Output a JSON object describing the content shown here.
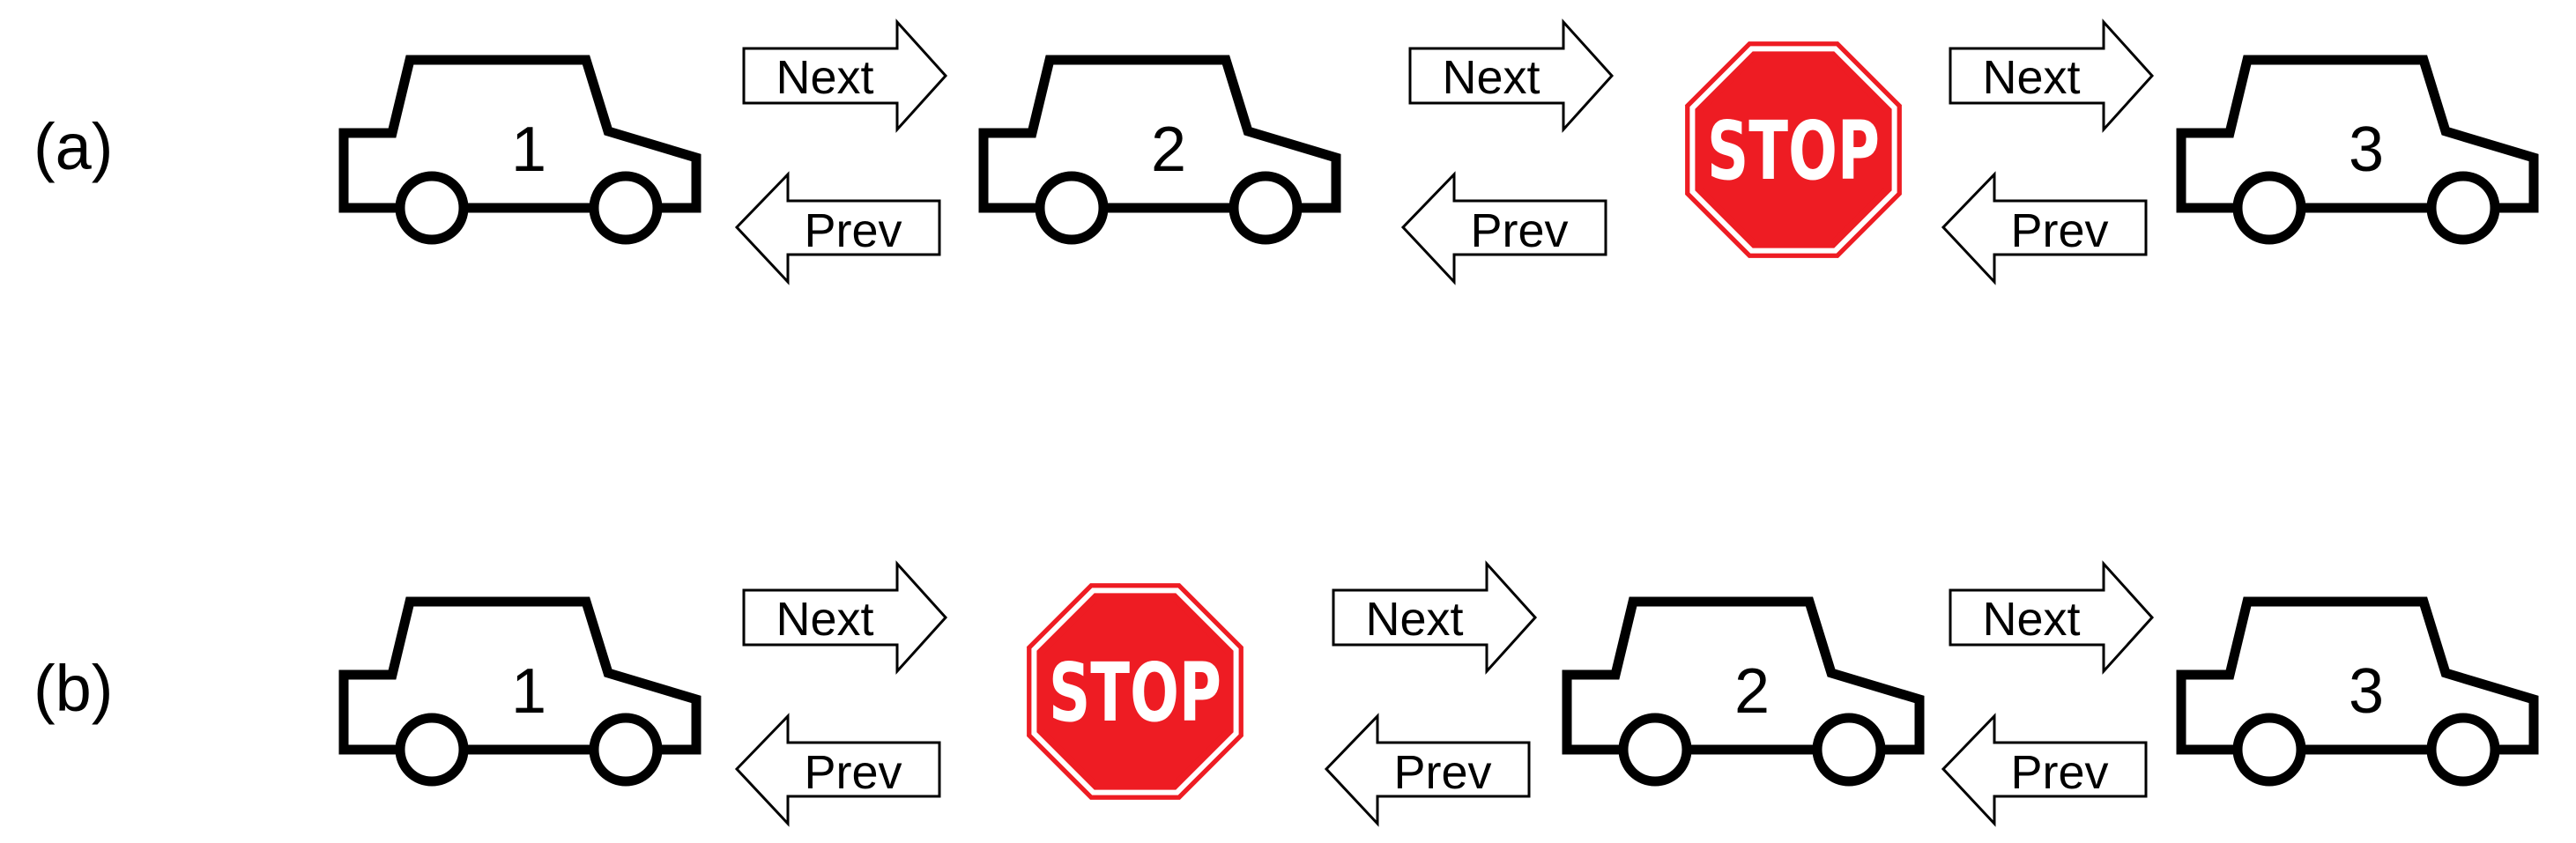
{
  "rows": [
    {
      "label": "(a)",
      "items": [
        {
          "kind": "car",
          "text": "1"
        },
        {
          "kind": "arrows",
          "next": "Next",
          "prev": "Prev"
        },
        {
          "kind": "car",
          "text": "2"
        },
        {
          "kind": "arrows",
          "next": "Next",
          "prev": "Prev"
        },
        {
          "kind": "stop",
          "text": "STOP"
        },
        {
          "kind": "arrows",
          "next": "Next",
          "prev": "Prev"
        },
        {
          "kind": "car",
          "text": "3"
        }
      ]
    },
    {
      "label": "(b)",
      "items": [
        {
          "kind": "car",
          "text": "1"
        },
        {
          "kind": "arrows",
          "next": "Next",
          "prev": "Prev"
        },
        {
          "kind": "stop",
          "text": "STOP"
        },
        {
          "kind": "arrows",
          "next": "Next",
          "prev": "Prev"
        },
        {
          "kind": "car",
          "text": "2"
        },
        {
          "kind": "arrows",
          "next": "Next",
          "prev": "Prev"
        },
        {
          "kind": "car",
          "text": "3"
        }
      ]
    }
  ],
  "colors": {
    "stroke": "#000000",
    "stop_fill": "#ee1c23",
    "stop_text": "#ffffff",
    "background": "#ffffff"
  },
  "icons": {
    "car": "car-icon",
    "stop": "stop-sign-icon",
    "next": "arrow-right-icon",
    "prev": "arrow-left-icon"
  }
}
